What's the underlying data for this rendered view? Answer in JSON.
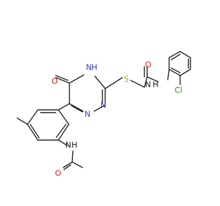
{
  "molecule": {
    "atom_labels": {
      "n_amide_right": "N",
      "h_amide_right": "H",
      "o_amide_right": "O",
      "cl": "Cl",
      "s": "S",
      "n_ring_nh": "N",
      "h_ring_nh": "H",
      "o_ring": "O",
      "n_ring_1": "N",
      "n_ring_2": "N",
      "n_amide_left": "N",
      "h_amide_left": "H",
      "o_amide_left": "O"
    },
    "colors": {
      "bond": "#1f1f1f",
      "nitrogen": "#2f43b5",
      "oxygen": "#e2231a",
      "sulfur": "#b7a100",
      "chlorine": "#1f9c1f"
    }
  }
}
